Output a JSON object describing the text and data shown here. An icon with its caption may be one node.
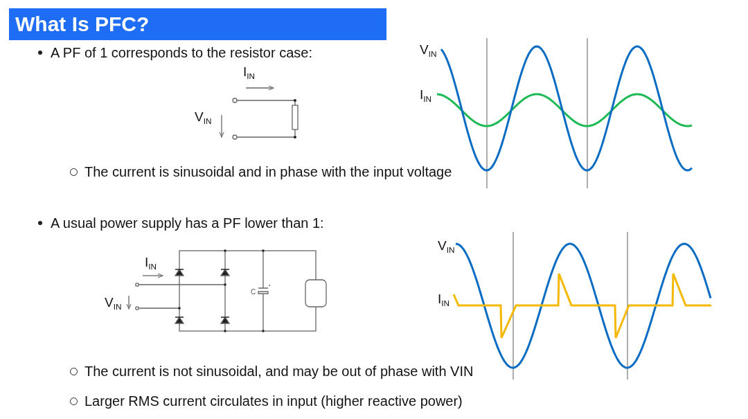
{
  "diagram": {
    "title": "What Is PFC?",
    "labels": [
      "A PF of 1 corresponds to the resistor case:",
      "V$_{IN}$",
      "I$_{IN}$",
      "I$_{IN}$",
      "V$_{IN}$",
      "The current is sinusoidal and in phase with the input voltage",
      "A usual power supply has a PF lower than 1:",
      "V$_{IN}$",
      "I$_{IN}$",
      "I$_{IN}$",
      "V$_{IN}$",
      "C",
      "The current is not sinusoidal, and may be out of phase with VIN",
      "Larger RMS current circulates in input (higher reactive power)"
    ]
  }
}
